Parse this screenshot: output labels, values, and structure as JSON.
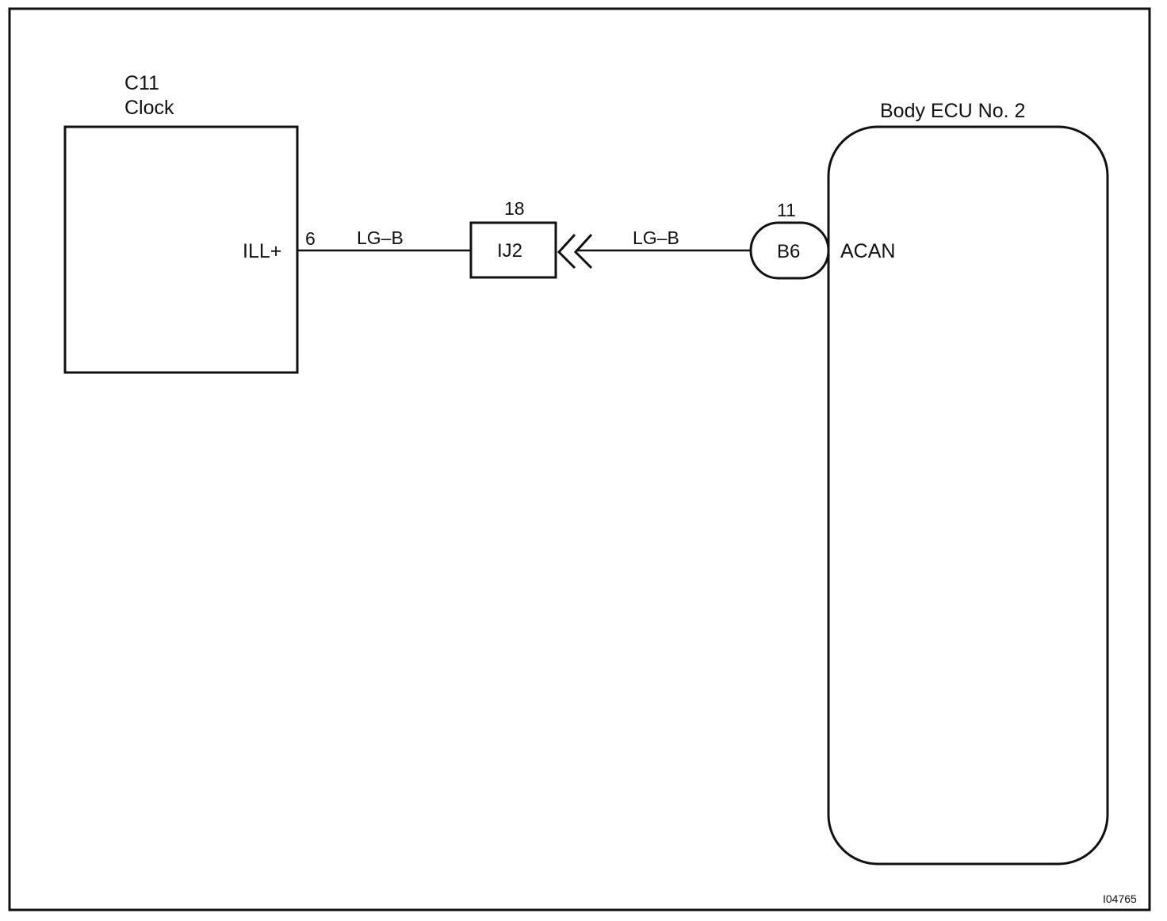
{
  "clock": {
    "code": "C11",
    "name": "Clock",
    "terminal_name": "ILL+",
    "pin": "6"
  },
  "wire_left": {
    "color_code": "LG–B"
  },
  "junction_connector": {
    "id": "IJ2",
    "pin": "18"
  },
  "wire_right": {
    "color_code": "LG–B"
  },
  "ecu_connector": {
    "id": "B6",
    "pin": "11"
  },
  "ecu": {
    "name": "Body ECU No. 2",
    "terminal_name": "ACAN"
  },
  "figure_id": "I04765",
  "colors": {
    "line": "#111111",
    "background": "#ffffff"
  }
}
